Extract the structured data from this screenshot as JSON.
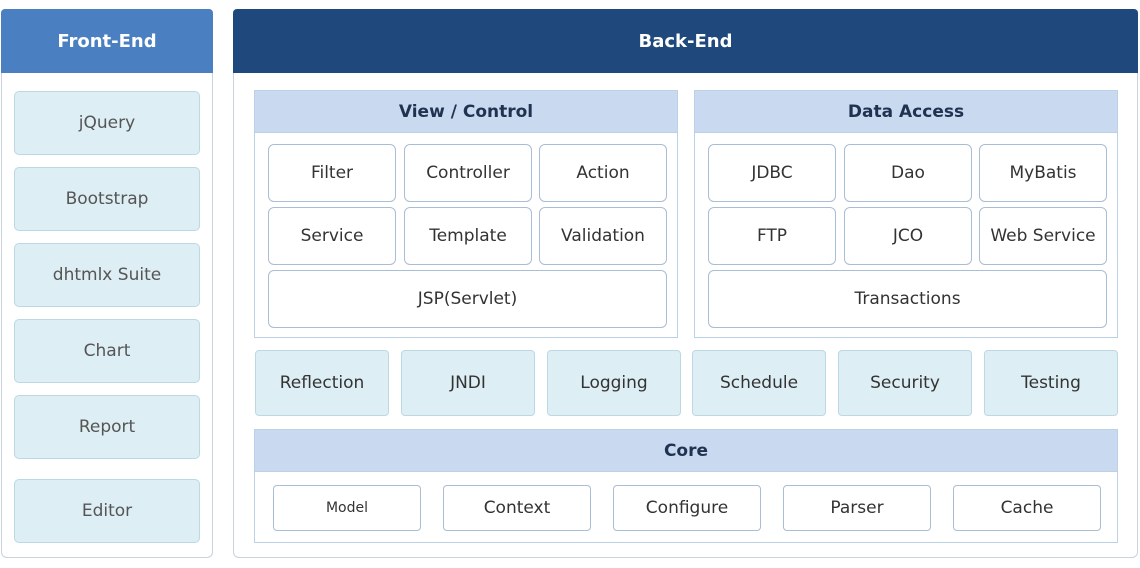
{
  "front_end": {
    "title": "Front-End",
    "items": [
      "jQuery",
      "Bootstrap",
      "dhtmlx Suite",
      "Chart",
      "Report",
      "Editor"
    ]
  },
  "back_end": {
    "title": "Back-End",
    "view_control": {
      "title": "View / Control",
      "row1": [
        "Filter",
        "Controller",
        "Action"
      ],
      "row2": [
        "Service",
        "Template",
        "Validation"
      ],
      "wide": "JSP(Servlet)"
    },
    "data_access": {
      "title": "Data Access",
      "row1": [
        "JDBC",
        "Dao",
        "MyBatis"
      ],
      "row2": [
        "FTP",
        "JCO",
        "Web Service"
      ],
      "wide": "Transactions"
    },
    "middle": [
      "Reflection",
      "JNDI",
      "Logging",
      "Schedule",
      "Security",
      "Testing"
    ],
    "core": {
      "title": "Core",
      "items": [
        "Model",
        "Context",
        "Configure",
        "Parser",
        "Cache"
      ]
    }
  },
  "colors": {
    "front_header": "#4a7fc1",
    "back_header": "#1f497d",
    "section_header": "#c8d9f0",
    "light_cell": "#ddeef4",
    "border": "#a9bdd4"
  }
}
